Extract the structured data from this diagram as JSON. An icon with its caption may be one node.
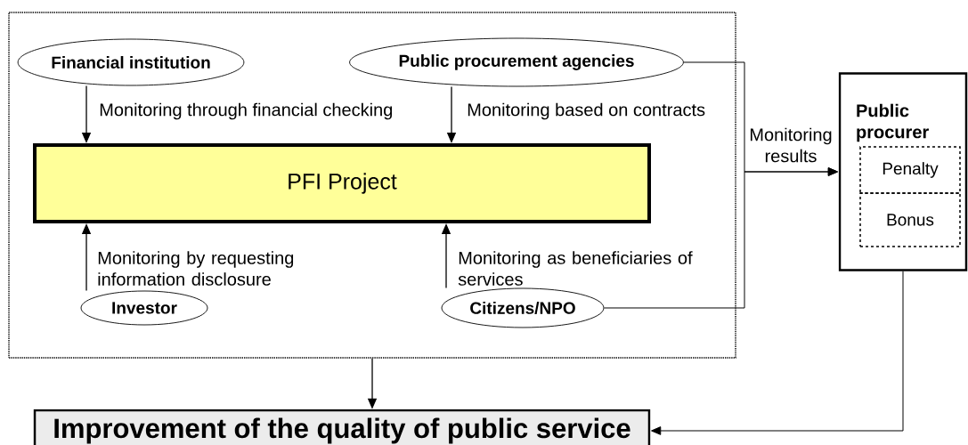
{
  "diagram": {
    "nodes": [
      {
        "text": [],
        "shape": "box"
      },
      {
        "text": [
          "Financial institution"
        ],
        "in": 0
      },
      {
        "text": [
          "Public procurement agencies"
        ],
        "in": 0
      },
      {
        "text": [
          "PFI Project"
        ],
        "in": 0
      },
      {
        "text": [
          "Investor"
        ],
        "in": 0
      },
      {
        "text": [
          "Citizens/NPO"
        ],
        "in": 0
      },
      {
        "text": [
          "Public procurer"
        ]
      },
      {
        "text": [
          "Penalty"
        ],
        "in": 6
      },
      {
        "text": [
          "Bonus"
        ],
        "in": 6
      },
      {
        "text": [
          "Improvement of the quality of public service"
        ]
      }
    ],
    "edges": [
      {
        "from": 1,
        "to": 3,
        "arrow": "to",
        "label": "Monitoring through financial checking"
      },
      {
        "from": 2,
        "to": 3,
        "arrow": "to",
        "label": "Monitoring based on contracts"
      },
      {
        "from": 4,
        "to": 3,
        "arrow": "to",
        "label": "Monitoring by requesting information disclosure"
      },
      {
        "from": 5,
        "to": 3,
        "arrow": "to",
        "label": "Monitoring as beneficiaries of services"
      },
      {
        "from": 2,
        "to": 6,
        "arrow": "to",
        "label": "Monitoring results"
      },
      {
        "from": 5,
        "to": 6,
        "arrow": "to"
      },
      {
        "from": 0,
        "to": 9,
        "arrow": "to"
      },
      {
        "from": 6,
        "to": 9,
        "arrow": "to"
      }
    ]
  }
}
